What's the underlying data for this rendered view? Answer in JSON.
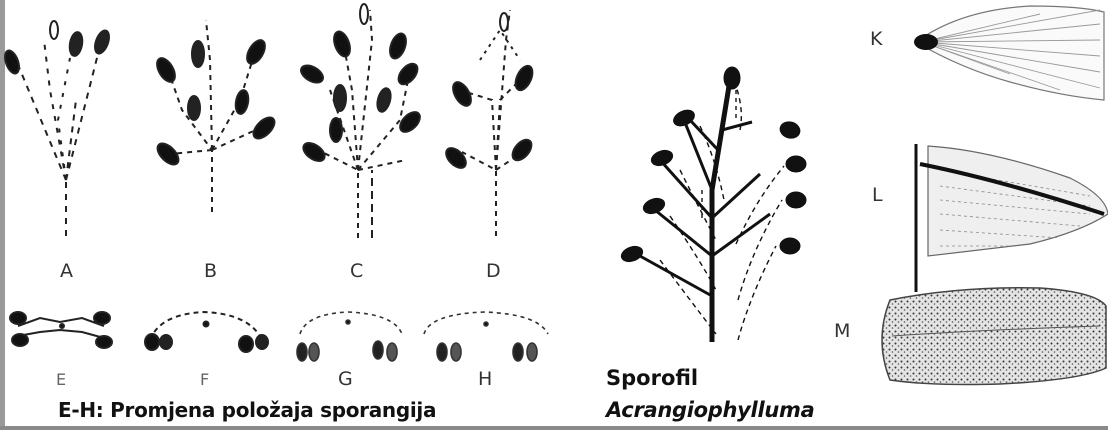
{
  "panels": {
    "A": "A",
    "B": "B",
    "C": "C",
    "D": "D",
    "E": "E",
    "F": "F",
    "G": "G",
    "H": "H",
    "K": "K",
    "L": "L",
    "M": "M"
  },
  "captions": {
    "sporangia_shift": "E-H: Promjena položaja sporangija",
    "sporophyll_heading": "Sporofil",
    "sporophyll_genus": "Acrangiophylluma"
  },
  "colors": {
    "ink": "#111111",
    "label": "#333333",
    "background": "#ffffff",
    "frame": "#8a8a8a"
  }
}
